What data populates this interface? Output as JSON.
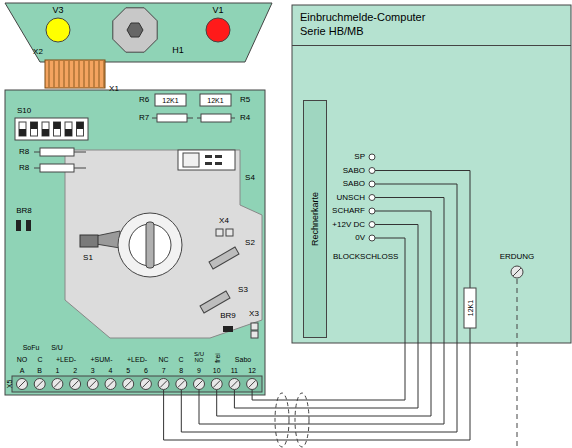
{
  "diagram": {
    "nodes": [
      {
        "text": [
          "Einbruchmelde-Computer Serie HB/MB"
        ]
      },
      {
        "text": [
          "Rechnerkarte"
        ],
        "in": 0
      }
    ],
    "labels": [
      "V3",
      "V1",
      "H1",
      "X2",
      "X1",
      "R6",
      "12K1",
      "R7",
      "12K1",
      "R5",
      "R4",
      "S10",
      "R8",
      "R8",
      "S4",
      "S1",
      "X4",
      "S2",
      "S3",
      "BR8",
      "BR9",
      "X3",
      "SoFu",
      "S/U",
      "NO",
      "C",
      "+LED-",
      "+SUM-",
      "+LED-",
      "NC",
      "C",
      "S/U NO",
      "frei",
      "Sabo",
      "X5",
      "A",
      "B",
      "1",
      "2",
      "3",
      "4",
      "5",
      "6",
      "7",
      "8",
      "9",
      "10",
      "11",
      "12",
      "12K1",
      "SP",
      "SABO",
      "SABO",
      "UNSCH",
      "SCHARF",
      "+12V DC",
      "0V",
      "BLOCKSCHLOSS",
      "ERDUNG"
    ]
  }
}
